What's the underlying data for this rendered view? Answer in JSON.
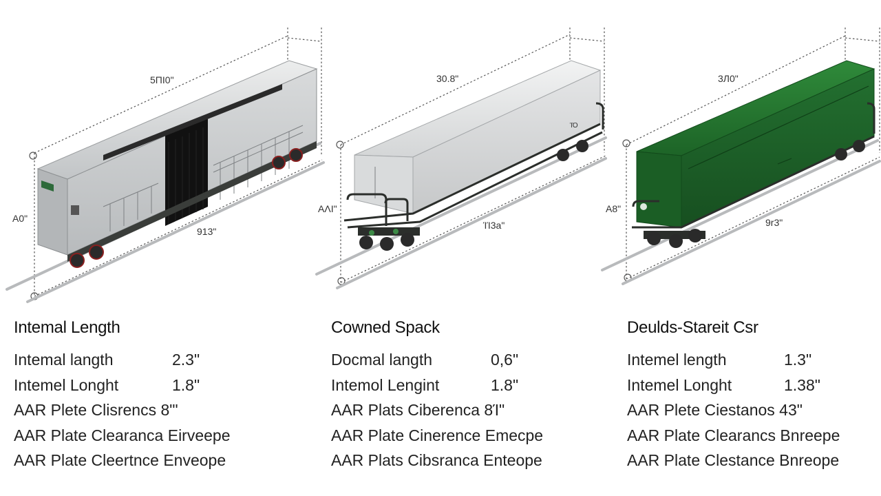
{
  "colors": {
    "car_silver": "#c9cbcd",
    "car_white": "#dcdedf",
    "car_green": "#1f6a2a",
    "frame_dark": "#2b2e2b",
    "dimension_line": "#555555"
  },
  "cars": [
    {
      "name": "Intemal Length",
      "dims": {
        "top": "5ΠΙ0\"",
        "left": "A0\"",
        "bottom": "913\""
      },
      "rows": [
        {
          "label": "Intemal langth",
          "value": "2.3\""
        },
        {
          "label": "Intemel Longht",
          "value": "1.8\""
        },
        {
          "label": "AAR Plete Clisrencs 8\"'",
          "value": ""
        },
        {
          "label": "AAR Plate Clearanca Eirveepe",
          "value": ""
        },
        {
          "label": "AAR Plate Cleertnce Enveope",
          "value": ""
        }
      ]
    },
    {
      "name": "Cowned Spack",
      "dims": {
        "top": "30.8\"",
        "left": "AΛΙ\"",
        "bottom": "ΊΊ3a\""
      },
      "rows": [
        {
          "label": "Docmal langth",
          "value": "0,6\""
        },
        {
          "label": "Intemol Lengint",
          "value": "1.8\""
        },
        {
          "label": "AAR Plats Ciberenca 8Ί\"",
          "value": ""
        },
        {
          "label": "AAR Plate Cinerence Emecpe",
          "value": ""
        },
        {
          "label": "AAR Plats Cibsranca Enteope",
          "value": ""
        }
      ]
    },
    {
      "name": "Deulds-Stareit Csr",
      "dims": {
        "top": "3Л0\"",
        "left": "A8\"",
        "bottom": "9r3\""
      },
      "rows": [
        {
          "label": "Intemel length",
          "value": "1.3\""
        },
        {
          "label": "Intemel Longht",
          "value": "1.38\""
        },
        {
          "label": "AAR Plete Ciestanos 43\"",
          "value": ""
        },
        {
          "label": "AAR Plate Clearancs Bnreepe",
          "value": ""
        },
        {
          "label": "AAR Plate Clestance Bnreope",
          "value": ""
        }
      ]
    }
  ]
}
